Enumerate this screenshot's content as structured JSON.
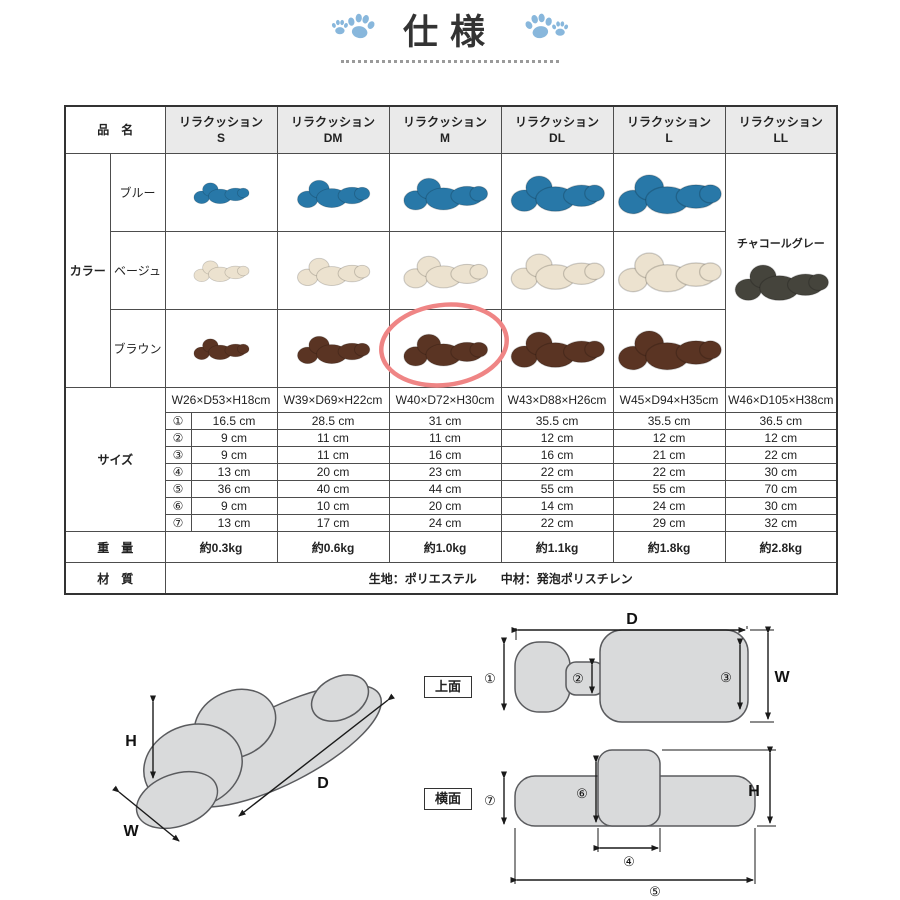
{
  "title": "仕様",
  "table": {
    "header": {
      "name_label": "品　名",
      "products": [
        {
          "line1": "リラクッション",
          "line2": "S"
        },
        {
          "line1": "リラクッション",
          "line2": "DM"
        },
        {
          "line1": "リラクッション",
          "line2": "M"
        },
        {
          "line1": "リラクッション",
          "line2": "DL"
        },
        {
          "line1": "リラクッション",
          "line2": "L"
        },
        {
          "line1": "リラクッション",
          "line2": "LL"
        }
      ]
    },
    "color": {
      "label": "カラー",
      "row_labels": [
        "ブルー",
        "ベージュ",
        "ブラウン"
      ],
      "charcoal_label": "チャコールグレー"
    },
    "size": {
      "label": "サイズ",
      "dims": [
        "W26×D53×H18cm",
        "W39×D69×H22cm",
        "W40×D72×H30cm",
        "W43×D88×H26cm",
        "W45×D94×H35cm",
        "W46×D105×H38cm"
      ],
      "rows": [
        [
          "①",
          "16.5 cm",
          "28.5 cm",
          "31 cm",
          "35.5 cm",
          "35.5 cm",
          "36.5 cm"
        ],
        [
          "②",
          "9 cm",
          "11 cm",
          "11 cm",
          "12 cm",
          "12 cm",
          "12 cm"
        ],
        [
          "③",
          "9 cm",
          "11 cm",
          "16 cm",
          "16 cm",
          "21 cm",
          "22 cm"
        ],
        [
          "④",
          "13 cm",
          "20 cm",
          "23 cm",
          "22 cm",
          "22 cm",
          "30 cm"
        ],
        [
          "⑤",
          "36 cm",
          "40 cm",
          "44 cm",
          "55 cm",
          "55 cm",
          "70 cm"
        ],
        [
          "⑥",
          "9 cm",
          "10 cm",
          "20 cm",
          "14 cm",
          "24 cm",
          "30 cm"
        ],
        [
          "⑦",
          "13 cm",
          "17 cm",
          "24 cm",
          "22 cm",
          "29 cm",
          "32 cm"
        ]
      ]
    },
    "weight": {
      "label": "重　量",
      "values": [
        "約0.3kg",
        "約0.6kg",
        "約1.0kg",
        "約1.1kg",
        "約1.8kg",
        "約2.8kg"
      ]
    },
    "material": {
      "label": "材　質",
      "value": "生地：ポリエステル　　中材：発泡ポリスチレン"
    }
  },
  "diagrams": {
    "iso": {
      "h": "H",
      "d": "D",
      "w": "W"
    },
    "top": {
      "box_label": "上面",
      "d": "D",
      "n1": "①",
      "n2": "②",
      "n3": "③",
      "w": "W"
    },
    "side": {
      "box_label": "横面",
      "n7": "⑦",
      "n6": "⑥",
      "n4": "④",
      "n5": "⑤",
      "h": "H"
    }
  },
  "colors": {
    "blue": "#2878a8",
    "beige": "#ece2cf",
    "brown": "#5a3423",
    "charcoal": "#45443c",
    "paw": "#88b7dc",
    "annotation": "#ef8585"
  }
}
